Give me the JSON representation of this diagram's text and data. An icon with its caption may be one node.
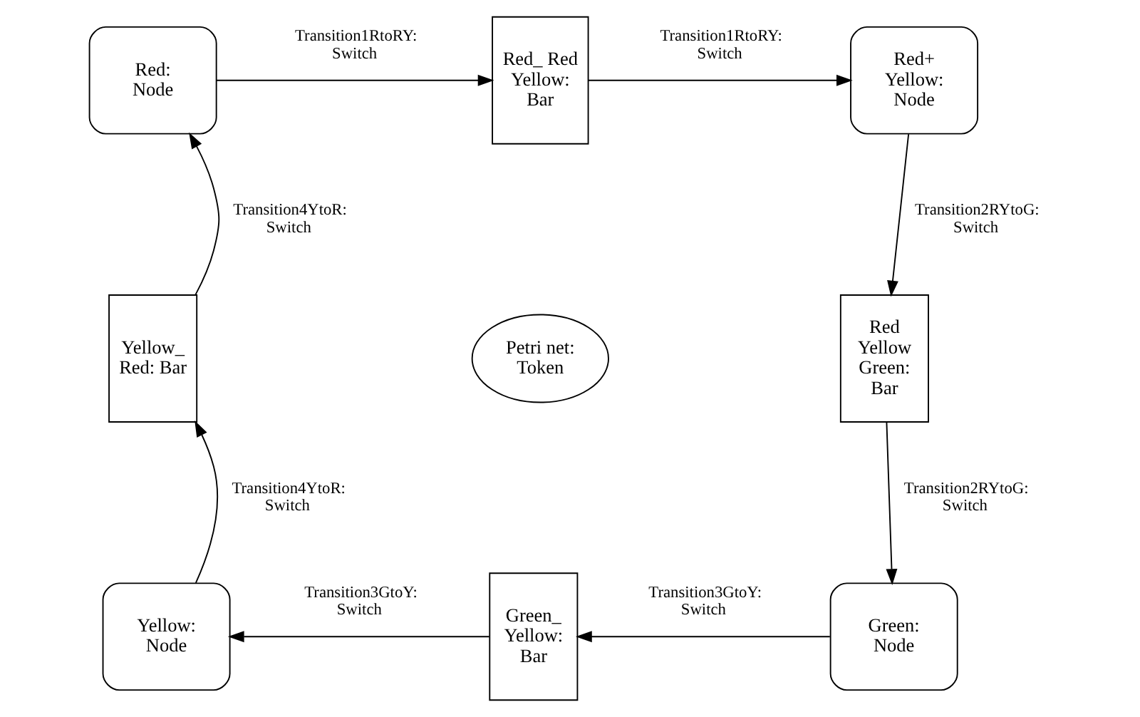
{
  "diagram": {
    "nodes": [
      {
        "text": [
          "Red: Node"
        ]
      },
      {
        "text": [
          "Red_ Red Yellow: Bar"
        ]
      },
      {
        "text": [
          "Red+ Yellow: Node"
        ]
      },
      {
        "text": [
          "Red Yellow Green: Bar"
        ]
      },
      {
        "text": [
          "Green: Node"
        ]
      },
      {
        "text": [
          "Green_ Yellow: Bar"
        ]
      },
      {
        "text": [
          "Yellow: Node"
        ]
      },
      {
        "text": [
          "Yellow_ Red: Bar"
        ]
      },
      {
        "text": [
          "Petri net: Token"
        ]
      }
    ],
    "edges": [
      {
        "from": 0,
        "to": 1,
        "arrow": "to",
        "label": "Transition1RtoRY: Switch"
      },
      {
        "from": 1,
        "to": 2,
        "arrow": "to",
        "label": "Transition1RtoRY: Switch"
      },
      {
        "from": 2,
        "to": 3,
        "arrow": "to",
        "label": "Transition2RYtoG: Switch"
      },
      {
        "from": 3,
        "to": 4,
        "arrow": "to",
        "label": "Transition2RYtoG: Switch"
      },
      {
        "from": 4,
        "to": 5,
        "arrow": "to",
        "label": "Transition3GtoY: Switch"
      },
      {
        "from": 5,
        "to": 6,
        "arrow": "to",
        "label": "Transition3GtoY: Switch"
      },
      {
        "from": 6,
        "to": 7,
        "arrow": "to",
        "label": "Transition4YtoR: Switch"
      },
      {
        "from": 7,
        "to": 0,
        "arrow": "to",
        "label": "Transition4YtoR: Switch"
      }
    ]
  }
}
